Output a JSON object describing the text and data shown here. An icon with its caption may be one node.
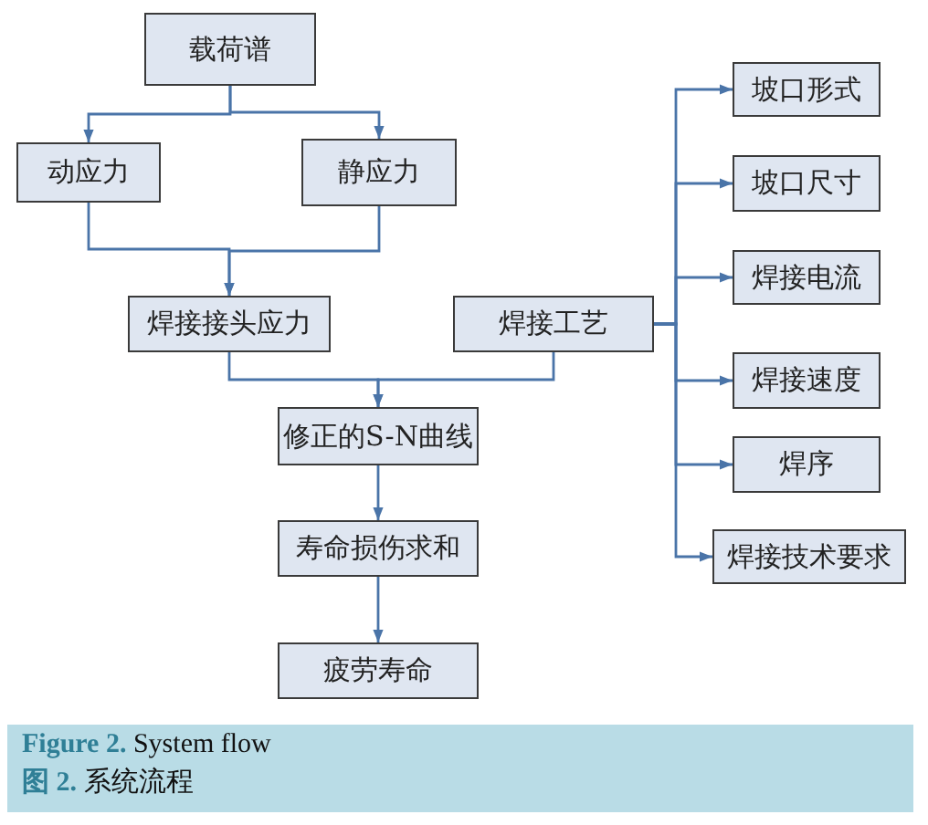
{
  "diagram": {
    "caption": "**Figure 2.** System flow",
    "nodes": [
      {
        "text": [
          "载荷谱"
        ]
      },
      {
        "text": [
          "动应力"
        ]
      },
      {
        "text": [
          "静应力"
        ]
      },
      {
        "text": [
          "焊接接头应力"
        ]
      },
      {
        "text": [
          "焊接工艺"
        ]
      },
      {
        "text": [
          "修正的S-N曲线"
        ]
      },
      {
        "text": [
          "寿命损伤求和"
        ]
      },
      {
        "text": [
          "疲劳寿命"
        ]
      },
      {
        "text": [
          "坡口形式"
        ]
      },
      {
        "text": [
          "坡口尺寸"
        ]
      },
      {
        "text": [
          "焊接电流"
        ]
      },
      {
        "text": [
          "焊接速度"
        ]
      },
      {
        "text": [
          "焊序"
        ]
      },
      {
        "text": [
          "焊接技术要求"
        ]
      }
    ],
    "edges": [
      {
        "from": 0,
        "to": 1,
        "arrow": "to"
      },
      {
        "from": 0,
        "to": 2,
        "arrow": "to"
      },
      {
        "from": 1,
        "to": 3,
        "arrow": "to"
      },
      {
        "from": 2,
        "to": 3,
        "arrow": "to"
      },
      {
        "from": 3,
        "to": 5,
        "arrow": "to"
      },
      {
        "from": 4,
        "to": 5,
        "arrow": "to"
      },
      {
        "from": 5,
        "to": 6,
        "arrow": "to"
      },
      {
        "from": 6,
        "to": 7,
        "arrow": "to"
      },
      {
        "from": 4,
        "to": 8,
        "arrow": "to"
      },
      {
        "from": 4,
        "to": 9,
        "arrow": "to"
      },
      {
        "from": 4,
        "to": 10,
        "arrow": "to"
      },
      {
        "from": 4,
        "to": 11,
        "arrow": "to"
      },
      {
        "from": 4,
        "to": 12,
        "arrow": "to"
      },
      {
        "from": 4,
        "to": 13,
        "arrow": "to"
      }
    ],
    "labels": [
      "**图 2.** 系统流程"
    ]
  }
}
